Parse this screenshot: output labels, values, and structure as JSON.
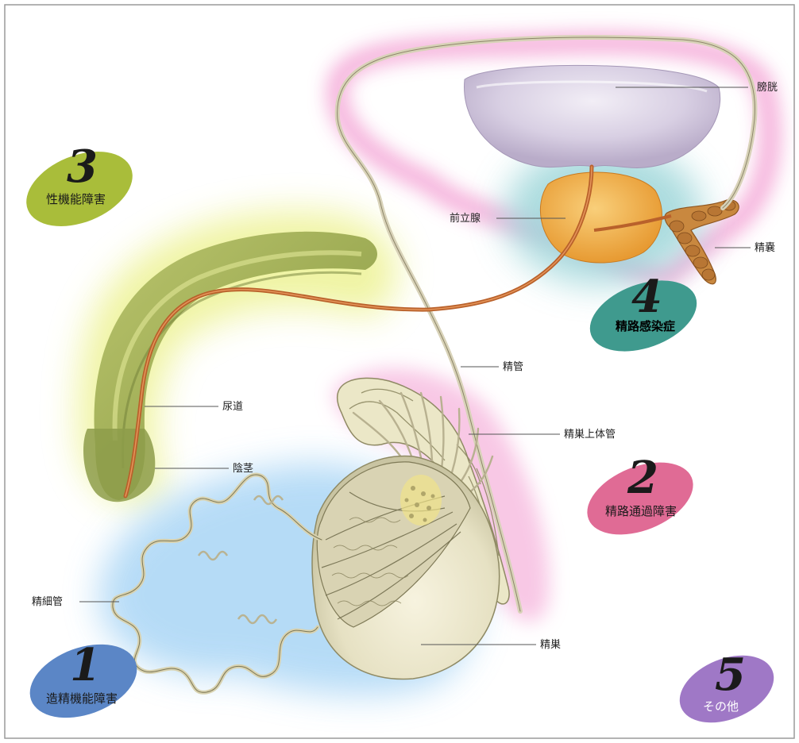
{
  "labels": {
    "bladder": "膀胱",
    "prostate": "前立腺",
    "seminal_vesicle": "精嚢",
    "vas_deferens": "精管",
    "urethra": "尿道",
    "epididymis": "精巣上体管",
    "corpus": "陰茎",
    "seminiferous_tubule": "精細管",
    "testis": "精巣"
  },
  "categories": [
    {
      "number": "1",
      "name": "造精機能障害",
      "color": "#5b86c6"
    },
    {
      "number": "2",
      "name": "精路通過障害",
      "color": "#e06b95"
    },
    {
      "number": "3",
      "name": "性機能障害",
      "color": "#a9bd3a"
    },
    {
      "number": "4",
      "name": "精路感染症",
      "color": "#3f9a8e"
    },
    {
      "number": "5",
      "name": "その他",
      "color": "#9f78c6"
    }
  ],
  "colors": {
    "pink_glow": "#f4a6d6",
    "blue_glow": "#a8d4f4",
    "teal_glow": "#8fd0d4",
    "yellow_glow": "#e8f08a",
    "prostate": "#f1b24a",
    "urethra": "#b9612b"
  }
}
